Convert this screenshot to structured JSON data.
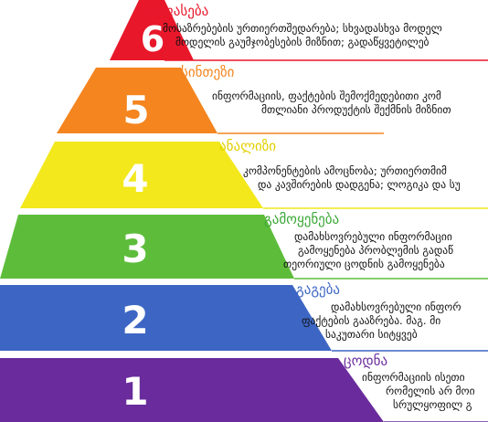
{
  "levels": [
    {
      "number": "6",
      "title": "შეფასება",
      "color": "#e8172a",
      "title_color": "#e8172a",
      "desc": [
        "მოსაზრებების ურთიერთშედარება; სხვადასხვა მოდელ",
        "მოდელის გაუმჯობესების მიზნით;  გადაწყვეტილებ"
      ]
    },
    {
      "number": "5",
      "title": "სინთეზი",
      "color": "#f4851f",
      "title_color": "#f4851f",
      "desc": [
        "ინფორმაციის, ფაქტების შემოქმედებითი კომ",
        "მთლიანი პროდუქტის შექმნის მიზნით"
      ]
    },
    {
      "number": "4",
      "title": "ანალიზი",
      "color": "#f2e81c",
      "title_color": "#e2d000",
      "desc": [
        "კომპონენტების ამოცნობა; ურთიერთმიმ",
        "და კავშირების დადგენა; ლოგიკა და სუ"
      ]
    },
    {
      "number": "3",
      "title": "გამოყენება",
      "color": "#5dbd3a",
      "title_color": "#3aa835",
      "desc": [
        "დამახსოვრებული ინფორმაციი",
        "გამოყენება პრობლემის გადაწ",
        "თეორიული ცოდნის გამოყენება"
      ]
    },
    {
      "number": "2",
      "title": "გაგება",
      "color": "#3d66c4",
      "title_color": "#3d66c4",
      "desc": [
        "დამახსოვრებული ინფორ",
        "ფაქტების გააზრება.  მაგ. მი",
        "საკუთარი სიტყვებ"
      ]
    },
    {
      "number": "1",
      "title": "ცოდნა",
      "color": "#6a2c9c",
      "title_color": "#6a2c9c",
      "desc": [
        "ინფორმაციის ისეთი",
        "რომელის არ მოი",
        "სრულყოფილ გ"
      ]
    }
  ]
}
